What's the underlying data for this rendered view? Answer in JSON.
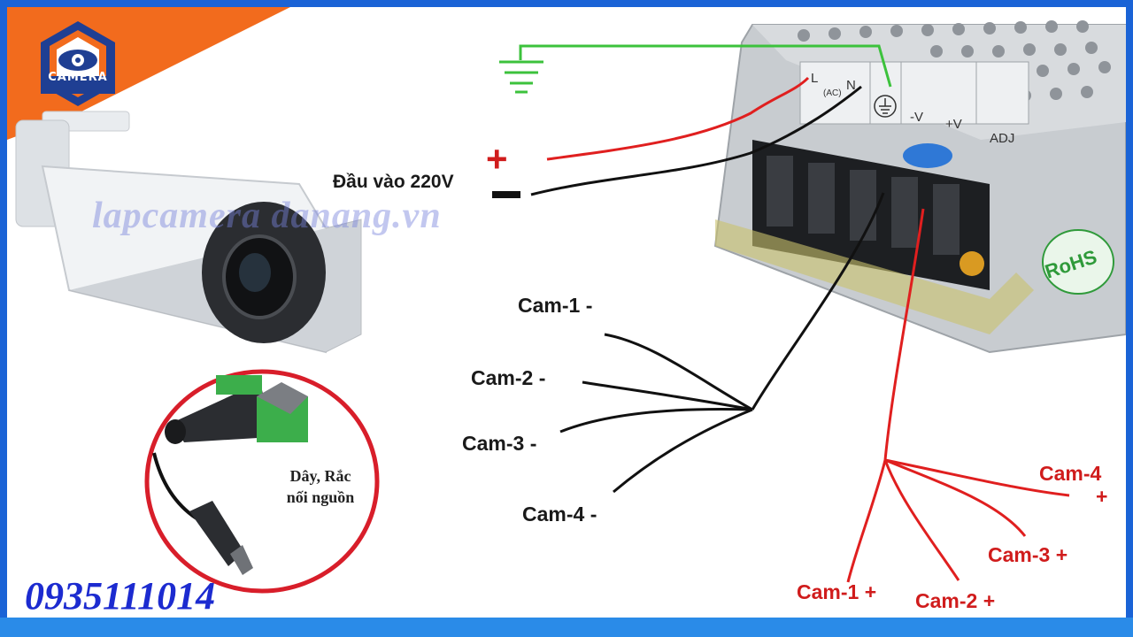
{
  "logo": {
    "text": "CAMERA",
    "icon": "camera-eye-icon"
  },
  "watermark": "lapcamera danang.vn",
  "phone": "0935111014",
  "connector_note": {
    "line1": "Dây, Rắc",
    "line2": "nối nguồn"
  },
  "input_label": "Đầu vào 220V",
  "input_polarity": {
    "plus": "+",
    "minus": "−"
  },
  "psu": {
    "terminals": {
      "l": "L",
      "ac": "(AC)",
      "n": "N",
      "neg": "-V",
      "pos": "+V",
      "adj": "ADJ"
    },
    "rohs": "RoHS",
    "ground_icon": "ground-icon"
  },
  "negative_labels": [
    "Cam-1  -",
    "Cam-2  -",
    "Cam-3  -",
    "Cam-4  -"
  ],
  "positive_labels": [
    "Cam-1 +",
    "Cam-2 +",
    "Cam-3 +",
    "Cam-4"
  ],
  "positive_plus": "+",
  "colors": {
    "frame": "#1a63d6",
    "accent_orange": "#f26b1d",
    "wire_red": "#e01f1f",
    "wire_green": "#3cc23c",
    "wire_black": "#111111",
    "phone_blue": "#1c2bd0",
    "ring_red": "#d81e2a"
  }
}
